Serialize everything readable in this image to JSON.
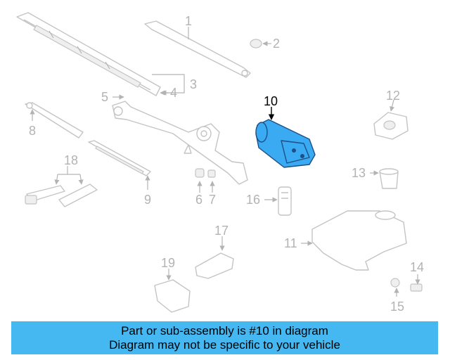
{
  "callouts": [
    "1",
    "2",
    "3",
    "4",
    "5",
    "6",
    "7",
    "8",
    "9",
    "10",
    "11",
    "12",
    "13",
    "14",
    "15",
    "16",
    "17",
    "18",
    "19"
  ],
  "highlight": {
    "part": "10",
    "color": "#45b8f2"
  },
  "banner": {
    "line1": "Part or sub-assembly is #10 in diagram",
    "line2": "Diagram may not be specific to your vehicle"
  }
}
